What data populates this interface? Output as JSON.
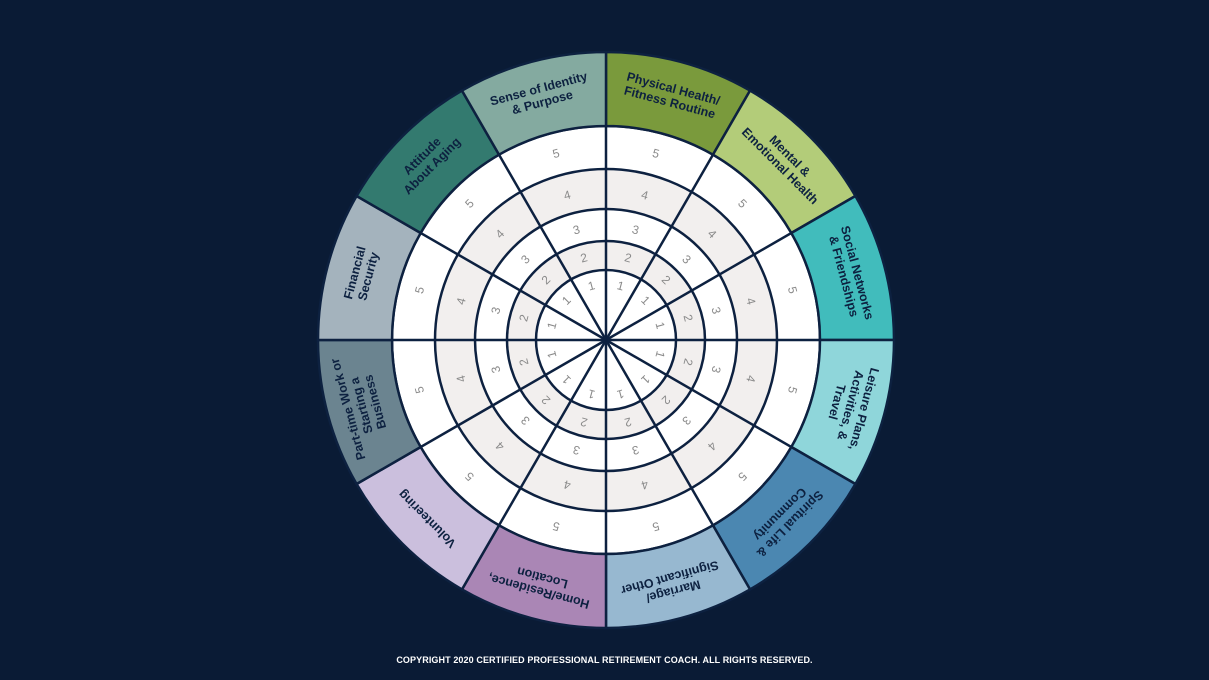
{
  "wheel": {
    "segments": [
      {
        "label": "Physical Health/ Fitness Routine",
        "lines": [
          "Physical Health/",
          "Fitness Routine"
        ],
        "color": "#7a9a3c"
      },
      {
        "label": "Mental & Emotional Health",
        "lines": [
          "Mental &",
          "Emotional Health"
        ],
        "color": "#b3cc79"
      },
      {
        "label": "Social Networks & Friendships",
        "lines": [
          "Social Networks",
          "& Friendships"
        ],
        "color": "#41bcbc"
      },
      {
        "label": "Leisure Plans, Activities, & Travel",
        "lines": [
          "Leisure Plans,",
          "Activities, &",
          "Travel"
        ],
        "color": "#8fd6da"
      },
      {
        "label": "Spiritual Life & Community",
        "lines": [
          "Spiritual Life &",
          "Community"
        ],
        "color": "#4b87b1"
      },
      {
        "label": "Marriage/ Significant Other",
        "lines": [
          "Marriage/",
          "Significant Other"
        ],
        "color": "#97b8d0"
      },
      {
        "label": "Home/Residence, Location",
        "lines": [
          "Home/Residence,",
          "Location"
        ],
        "color": "#aa86b5"
      },
      {
        "label": "Volunteering",
        "lines": [
          "Volunteering"
        ],
        "color": "#cbbfdd"
      },
      {
        "label": "Part-time Work or Starting a Business",
        "lines": [
          "Part-time Work or",
          "Starting a",
          "Business"
        ],
        "color": "#6b8490"
      },
      {
        "label": "Financial Security",
        "lines": [
          "Financial",
          "Security"
        ],
        "color": "#a4b3bd"
      },
      {
        "label": "Attitude About Aging",
        "lines": [
          "Attitude",
          "About Aging"
        ],
        "color": "#337a6f"
      },
      {
        "label": "Sense of Identity & Purpose",
        "lines": [
          "Sense of Identity",
          "& Purpose"
        ],
        "color": "#84aaa0"
      }
    ],
    "ring_numbers": [
      "1",
      "2",
      "3",
      "4",
      "5"
    ],
    "ring_colors": [
      "#ffffff",
      "#f2efee",
      "#ffffff",
      "#f2efee",
      "#ffffff"
    ],
    "line_color": "#0d2140"
  },
  "footer": {
    "copyright": "COPYRIGHT 2020 CERTIFIED PROFESSIONAL RETIREMENT COACH. ALL RIGHTS RESERVED."
  }
}
